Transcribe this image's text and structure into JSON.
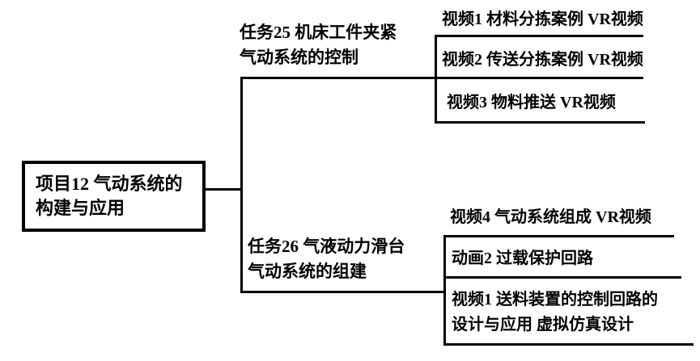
{
  "diagram": {
    "title_hint": "course resource tree for pneumatic systems project",
    "colors": {
      "background": "#ffffff",
      "line": "#000000",
      "text": "#000000"
    },
    "root": {
      "line1": "项目12 气动系统的",
      "line2": "构建与应用"
    },
    "tasks": [
      {
        "line1": "任务25 机床工件夹紧",
        "line2": "气动系统的控制"
      },
      {
        "line1": "任务26 气液动力滑台",
        "line2": "气动系统的组建"
      }
    ],
    "task25_items": [
      {
        "label": "视频1 材料分拣案例 VR视频"
      },
      {
        "label": "视频2 传送分拣案例 VR视频"
      },
      {
        "label": "视频3 物料推送 VR视频"
      }
    ],
    "task26_items": [
      {
        "label": "视频4 气动系统组成 VR视频"
      },
      {
        "label": "动画2 过载保护回路"
      },
      {
        "label": "视频1 送料装置的控制回路的",
        "label2": "设计与应用 虚拟仿真设计"
      }
    ]
  }
}
